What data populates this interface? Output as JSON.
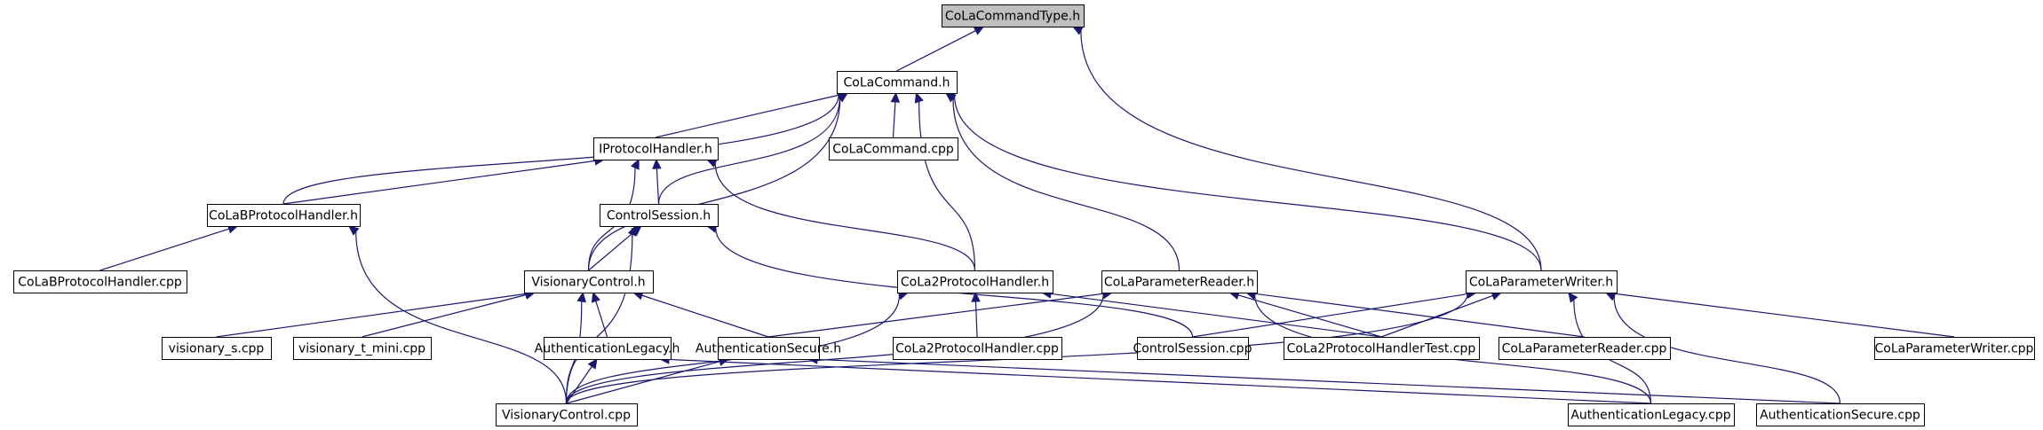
{
  "title": "CoLaCommandType.h include dependency graph",
  "colors": {
    "edge": "#191970",
    "node_fill": "#ffffff",
    "root_fill": "#bfbfbf",
    "node_border": "#000000"
  },
  "nodes": [
    {
      "id": "colacommandtype_h",
      "label": "CoLaCommandType.h",
      "root": true
    },
    {
      "id": "colacommand_h",
      "label": "CoLaCommand.h"
    },
    {
      "id": "iprotocolhandler_h",
      "label": "IProtocolHandler.h"
    },
    {
      "id": "colacommand_cpp",
      "label": "CoLaCommand.cpp"
    },
    {
      "id": "colabprotocolhandler_h",
      "label": "CoLaBProtocolHandler.h"
    },
    {
      "id": "controlsession_h",
      "label": "ControlSession.h"
    },
    {
      "id": "colabprotocolhandler_cpp",
      "label": "CoLaBProtocolHandler.cpp"
    },
    {
      "id": "visionarycontrol_h",
      "label": "VisionaryControl.h"
    },
    {
      "id": "cola2protocolhandler_h",
      "label": "CoLa2ProtocolHandler.h"
    },
    {
      "id": "colaparameterreader_h",
      "label": "CoLaParameterReader.h"
    },
    {
      "id": "colaparameterwriter_h",
      "label": "CoLaParameterWriter.h"
    },
    {
      "id": "visionary_s_cpp",
      "label": "visionary_s.cpp"
    },
    {
      "id": "visionary_t_mini_cpp",
      "label": "visionary_t_mini.cpp"
    },
    {
      "id": "authenticationlegacy_h",
      "label": "AuthenticationLegacy.h"
    },
    {
      "id": "authenticationsecure_h",
      "label": "AuthenticationSecure.h"
    },
    {
      "id": "cola2protocolhandler_cpp",
      "label": "CoLa2ProtocolHandler.cpp"
    },
    {
      "id": "controlsession_cpp",
      "label": "ControlSession.cpp"
    },
    {
      "id": "cola2protocolhandlertest_cpp",
      "label": "CoLa2ProtocolHandlerTest.cpp"
    },
    {
      "id": "colaparameterreader_cpp",
      "label": "CoLaParameterReader.cpp"
    },
    {
      "id": "colaparameterwriter_cpp",
      "label": "CoLaParameterWriter.cpp"
    },
    {
      "id": "visionarycontrol_cpp",
      "label": "VisionaryControl.cpp"
    },
    {
      "id": "authenticationlegacy_cpp",
      "label": "AuthenticationLegacy.cpp"
    },
    {
      "id": "authenticationsecure_cpp",
      "label": "AuthenticationSecure.cpp"
    }
  ],
  "edges": [
    {
      "from": "colacommand_h",
      "to": "colacommandtype_h"
    },
    {
      "from": "colaparameterwriter_h",
      "to": "colacommandtype_h"
    },
    {
      "from": "iprotocolhandler_h",
      "to": "colacommand_h"
    },
    {
      "from": "colacommand_cpp",
      "to": "colacommand_h"
    },
    {
      "from": "colabprotocolhandler_h",
      "to": "colacommand_h"
    },
    {
      "from": "controlsession_h",
      "to": "colacommand_h"
    },
    {
      "from": "visionarycontrol_h",
      "to": "colacommand_h"
    },
    {
      "from": "cola2protocolhandler_h",
      "to": "colacommand_h"
    },
    {
      "from": "colaparameterreader_h",
      "to": "colacommand_h"
    },
    {
      "from": "colaparameterwriter_h",
      "to": "colacommand_h"
    },
    {
      "from": "colabprotocolhandler_h",
      "to": "iprotocolhandler_h"
    },
    {
      "from": "controlsession_h",
      "to": "iprotocolhandler_h"
    },
    {
      "from": "visionarycontrol_h",
      "to": "iprotocolhandler_h"
    },
    {
      "from": "cola2protocolhandler_h",
      "to": "iprotocolhandler_h"
    },
    {
      "from": "colabprotocolhandler_cpp",
      "to": "colabprotocolhandler_h"
    },
    {
      "from": "visionarycontrol_cpp",
      "to": "colabprotocolhandler_h"
    },
    {
      "from": "visionarycontrol_h",
      "to": "controlsession_h"
    },
    {
      "from": "controlsession_cpp",
      "to": "controlsession_h"
    },
    {
      "from": "visionarycontrol_cpp",
      "to": "controlsession_h"
    },
    {
      "from": "visionary_s_cpp",
      "to": "visionarycontrol_h"
    },
    {
      "from": "visionary_t_mini_cpp",
      "to": "visionarycontrol_h"
    },
    {
      "from": "authenticationlegacy_h",
      "to": "visionarycontrol_h"
    },
    {
      "from": "authenticationsecure_h",
      "to": "visionarycontrol_h"
    },
    {
      "from": "visionarycontrol_cpp",
      "to": "visionarycontrol_h"
    },
    {
      "from": "cola2protocolhandler_cpp",
      "to": "cola2protocolhandler_h"
    },
    {
      "from": "cola2protocolhandlertest_cpp",
      "to": "cola2protocolhandler_h"
    },
    {
      "from": "visionarycontrol_cpp",
      "to": "cola2protocolhandler_h"
    },
    {
      "from": "authenticationsecure_h",
      "to": "colaparameterreader_h"
    },
    {
      "from": "visionarycontrol_cpp",
      "to": "colaparameterreader_h"
    },
    {
      "from": "cola2protocolhandlertest_cpp",
      "to": "colaparameterreader_h"
    },
    {
      "from": "colaparameterreader_cpp",
      "to": "colaparameterreader_h"
    },
    {
      "from": "authenticationlegacy_cpp",
      "to": "colaparameterreader_h"
    },
    {
      "from": "controlsession_cpp",
      "to": "colaparameterwriter_h"
    },
    {
      "from": "cola2protocolhandlertest_cpp",
      "to": "colaparameterwriter_h"
    },
    {
      "from": "visionarycontrol_cpp",
      "to": "colaparameterwriter_h"
    },
    {
      "from": "authenticationlegacy_cpp",
      "to": "colaparameterwriter_h"
    },
    {
      "from": "authenticationsecure_cpp",
      "to": "colaparameterwriter_h"
    },
    {
      "from": "colaparameterwriter_cpp",
      "to": "colaparameterwriter_h"
    },
    {
      "from": "visionarycontrol_cpp",
      "to": "authenticationlegacy_h"
    },
    {
      "from": "authenticationlegacy_cpp",
      "to": "authenticationlegacy_h"
    },
    {
      "from": "visionarycontrol_cpp",
      "to": "authenticationsecure_h"
    },
    {
      "from": "authenticationsecure_cpp",
      "to": "authenticationsecure_h"
    }
  ]
}
